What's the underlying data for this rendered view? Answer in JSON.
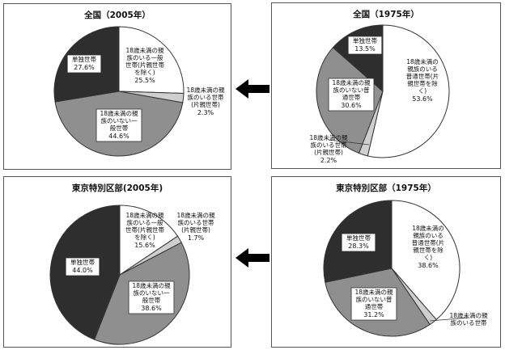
{
  "colors": {
    "black": "#2e2e2e",
    "gray": "#8f8f8f",
    "lightgray": "#cfcfcf",
    "white": "#ffffff"
  },
  "chart_data": [
    {
      "id": "tl",
      "type": "pie",
      "title": "全国（2005年）",
      "slices": [
        {
          "label": "18歳未満の親族のいる一般世帯(片親世帯を除く)",
          "value_text": "25.5%",
          "value": 25.5,
          "color": "white"
        },
        {
          "label": "18歳未満の親族のいる世帯(片親世帯)",
          "value_text": "2.3%",
          "value": 2.3,
          "color": "lightgray"
        },
        {
          "label": "18歳未満の親族のいない一般世帯",
          "value_text": "44.6%",
          "value": 44.6,
          "color": "gray"
        },
        {
          "label": "単独世帯",
          "value_text": "27.6%",
          "value": 27.6,
          "color": "black"
        }
      ]
    },
    {
      "id": "tr",
      "type": "pie",
      "title": "全国（1975年）",
      "slices": [
        {
          "label": "18歳未満の親族のいる普通世帯(片親世帯を除く)",
          "value_text": "53.6%",
          "value": 53.6,
          "color": "white"
        },
        {
          "label": "18歳未満の親族のいる世帯(片親世帯)",
          "value_text": "2.2%",
          "value": 2.2,
          "color": "lightgray"
        },
        {
          "label": "18歳未満の親族のいない普通世帯",
          "value_text": "30.6%",
          "value": 30.6,
          "color": "gray"
        },
        {
          "label": "単独世帯",
          "value_text": "13.5%",
          "value": 13.5,
          "color": "black"
        }
      ]
    },
    {
      "id": "bl",
      "type": "pie",
      "title": "東京特別区部(2005年)",
      "slices": [
        {
          "label": "18歳未満の親族のいる一般世帯(片親世帯を除く)",
          "value_text": "15.6%",
          "value": 15.6,
          "color": "white"
        },
        {
          "label": "18歳未満の親族のいる世帯(片親世帯)",
          "value_text": "1.7%",
          "value": 1.7,
          "color": "lightgray"
        },
        {
          "label": "18歳未満の親族のいない一般世帯",
          "value_text": "38.6%",
          "value": 38.6,
          "color": "gray"
        },
        {
          "label": "単独世帯",
          "value_text": "44.0%",
          "value": 44.0,
          "color": "black"
        }
      ]
    },
    {
      "id": "br",
      "type": "pie",
      "title": "東京特別区部（1975年）",
      "slices": [
        {
          "label": "18歳未満の親族のいる普通世帯(片親世帯を除く)",
          "value_text": "38.6%",
          "value": 38.6,
          "color": "white"
        },
        {
          "label": "18歳未満の親族のいる世帯",
          "value_text": "",
          "value": 1.9,
          "color": "lightgray"
        },
        {
          "label": "18歳未満の親族のいない普通世帯",
          "value_text": "31.2%",
          "value": 31.2,
          "color": "gray"
        },
        {
          "label": "単独世帯",
          "value_text": "28.3%",
          "value": 28.3,
          "color": "black"
        }
      ]
    }
  ]
}
